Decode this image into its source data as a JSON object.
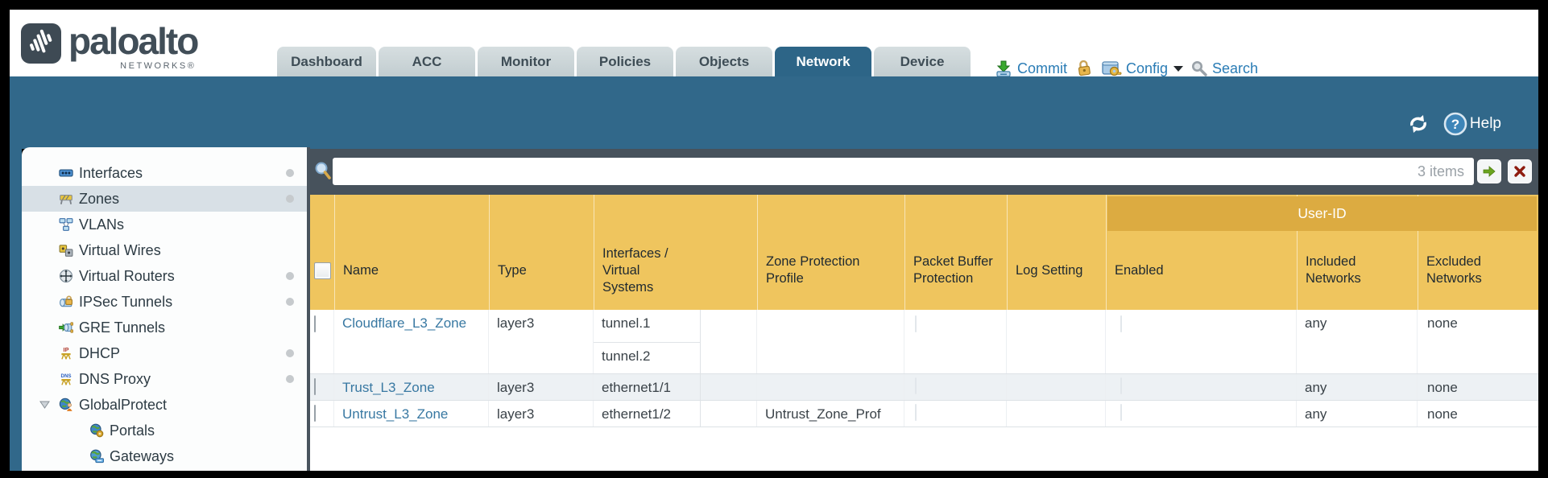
{
  "brand": {
    "name": "paloalto",
    "subtitle": "NETWORKS®"
  },
  "tabs": [
    {
      "label": "Dashboard",
      "active": false
    },
    {
      "label": "ACC",
      "active": false
    },
    {
      "label": "Monitor",
      "active": false
    },
    {
      "label": "Policies",
      "active": false
    },
    {
      "label": "Objects",
      "active": false
    },
    {
      "label": "Network",
      "active": true
    },
    {
      "label": "Device",
      "active": false
    }
  ],
  "header_actions": {
    "commit": "Commit",
    "config": "Config",
    "search": "Search",
    "icons": [
      "commit-icon",
      "lock-icon",
      "config-icon",
      "caret-down-icon",
      "search-icon"
    ]
  },
  "banner": {
    "help_label": "Help",
    "icons": [
      "refresh-icon",
      "help-icon"
    ]
  },
  "sidebar": {
    "items": [
      {
        "label": "Interfaces",
        "icon": "interfaces-icon",
        "has_dot": true,
        "selected": false
      },
      {
        "label": "Zones",
        "icon": "zones-icon",
        "has_dot": true,
        "selected": true
      },
      {
        "label": "VLANs",
        "icon": "vlans-icon",
        "has_dot": false,
        "selected": false
      },
      {
        "label": "Virtual Wires",
        "icon": "virtual-wires-icon",
        "has_dot": false,
        "selected": false
      },
      {
        "label": "Virtual Routers",
        "icon": "virtual-routers-icon",
        "has_dot": true,
        "selected": false
      },
      {
        "label": "IPSec Tunnels",
        "icon": "ipsec-tunnels-icon",
        "has_dot": true,
        "selected": false
      },
      {
        "label": "GRE Tunnels",
        "icon": "gre-tunnels-icon",
        "has_dot": false,
        "selected": false
      },
      {
        "label": "DHCP",
        "icon": "dhcp-icon",
        "has_dot": true,
        "selected": false
      },
      {
        "label": "DNS Proxy",
        "icon": "dns-proxy-icon",
        "has_dot": true,
        "selected": false
      },
      {
        "label": "GlobalProtect",
        "icon": "globalprotect-icon",
        "has_dot": false,
        "selected": false,
        "expandable": true,
        "expanded": true
      },
      {
        "label": "Portals",
        "icon": "portals-icon",
        "has_dot": false,
        "selected": false,
        "indent": true
      },
      {
        "label": "Gateways",
        "icon": "gateways-icon",
        "has_dot": false,
        "selected": false,
        "indent": true
      }
    ]
  },
  "toolbar": {
    "search_value": "",
    "items_count": "3 items",
    "icons": [
      "filter-magnifier-icon",
      "apply-filter-icon",
      "clear-filter-icon"
    ]
  },
  "table": {
    "group_header": "User-ID",
    "columns": [
      "Name",
      "Type",
      "Interfaces / Virtual Systems",
      "Zone Protection Profile",
      "Packet Buffer Protection",
      "Log Setting",
      "Enabled",
      "Included Networks",
      "Excluded Networks"
    ],
    "rows": [
      {
        "name": "Cloudflare_L3_Zone",
        "type": "layer3",
        "interfaces": [
          "tunnel.1",
          "tunnel.2"
        ],
        "zone_protection_profile": "",
        "packet_buffer_protection": false,
        "log_setting": "",
        "user_id_enabled": false,
        "included_networks": "any",
        "excluded_networks": "none"
      },
      {
        "name": "Trust_L3_Zone",
        "type": "layer3",
        "interfaces": [
          "ethernet1/1"
        ],
        "zone_protection_profile": "",
        "packet_buffer_protection": false,
        "log_setting": "",
        "user_id_enabled": false,
        "included_networks": "any",
        "excluded_networks": "none"
      },
      {
        "name": "Untrust_L3_Zone",
        "type": "layer3",
        "interfaces": [
          "ethernet1/2"
        ],
        "zone_protection_profile": "Untrust_Zone_Prof",
        "packet_buffer_protection": false,
        "log_setting": "",
        "user_id_enabled": false,
        "included_networks": "any",
        "excluded_networks": "none"
      }
    ]
  },
  "colors": {
    "banner_teal": "#31688a",
    "active_tab": "#2d6587",
    "table_header_yellow": "#efc55e",
    "user_id_band_gold": "#dcab41",
    "link_blue": "#3878a2",
    "action_blue": "#2a7cb5",
    "strip_slate": "#47525c"
  }
}
